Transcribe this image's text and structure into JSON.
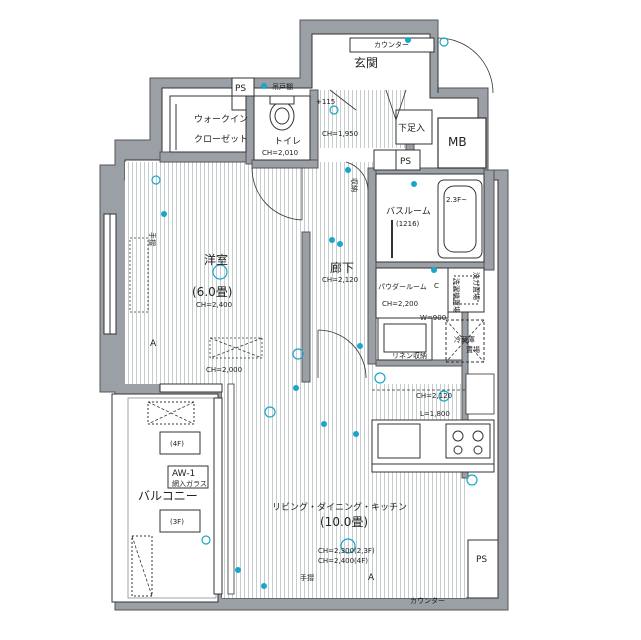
{
  "rooms": {
    "genkan": "玄関",
    "counter_top": "カウンター",
    "shita_soku": "下足入",
    "mb": "MB",
    "ps_top_left": "PS",
    "ps_center": "PS",
    "ps_bottom_right": "PS",
    "walkin_line1": "ウォークイン",
    "walkin_line2": "クローゼット",
    "toilet": "トイレ",
    "toilet_ch": "CH=2,010",
    "hanger": "吊戸棚",
    "ch_1950": "CH=1,950",
    "ch_115": "+115",
    "shuno": "収納",
    "bath": "バスルーム",
    "bath_size": "(1216)",
    "bath_floor": "2.3F~",
    "washroom": "パウダールーム",
    "washroom_ch": "CH=2,200",
    "washer": "洗濯機置場",
    "washer_ps": "洗ガ置場",
    "reizoko_l1": "冷蔵庫",
    "reizoko_l2": "置場",
    "linen": "リネン収納",
    "w900": "W=900",
    "rouka": "廊下",
    "rouka_ch": "CH=2,120",
    "yoshitsu": "洋室",
    "yoshitsu_size": "(6.0畳)",
    "yoshitsu_ch": "CH=2,400",
    "yoshitsu_ch2": "CH=2,000",
    "tesuri": "手摺",
    "kitchen_ch": "CH=2,120",
    "l1800": "L=1,800",
    "ldk": "リビング・ダイニング・キッチン",
    "ldk_size": "(10.0畳)",
    "ldk_ch1": "CH=2,300(2,3F)",
    "ldk_ch2": "CH=2,400(4F)",
    "counter_bottom": "カウンター",
    "tesuri_bottom": "手摺",
    "balcony": "バルコニー",
    "aw1": "AW-1",
    "aw1_sub": "網入ガラス",
    "f4": "(4F)",
    "f3": "(3F)",
    "mark_a": "A",
    "mark_c": "C"
  }
}
